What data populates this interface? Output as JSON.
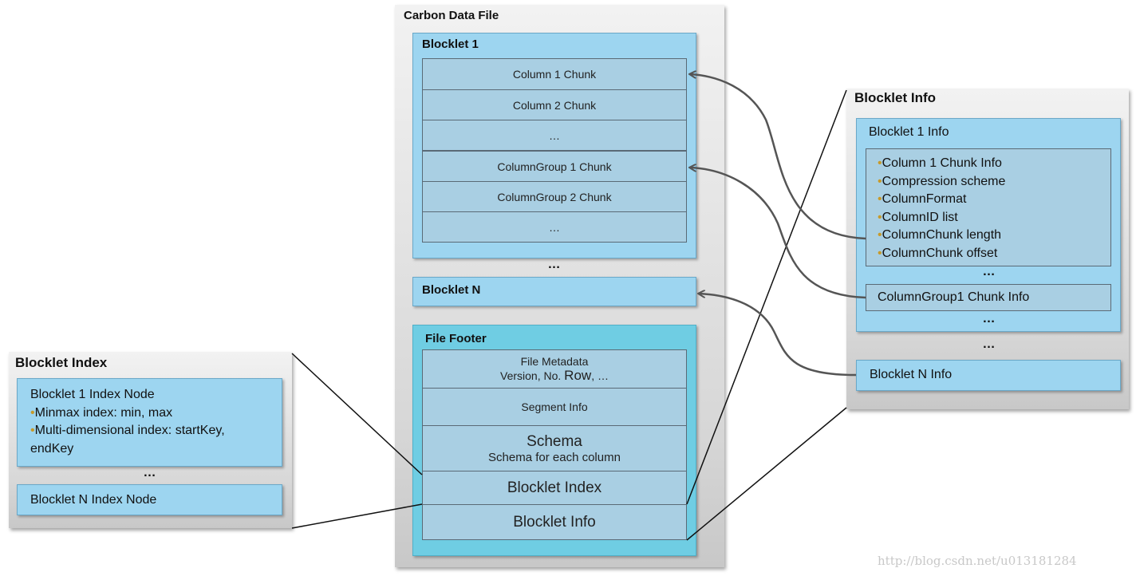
{
  "carbon": {
    "title": "Carbon Data File",
    "blocklet1": {
      "title": "Blocklet 1",
      "chunks": [
        "Column 1 Chunk",
        "Column 2 Chunk",
        "…",
        "ColumnGroup 1 Chunk",
        "ColumnGroup 2 Chunk",
        "…"
      ]
    },
    "dots_mid": "…",
    "blockletN": "Blocklet N",
    "footer": {
      "title": "File Footer",
      "metadata_line1": "File Metadata",
      "metadata_line2_a": "Version, No. ",
      "metadata_line2_b": "Row",
      "metadata_line2_c": ", …",
      "segment": "Segment Info",
      "schema": "Schema",
      "schema_sub": "Schema for each column",
      "blocklet_index": "Blocklet Index",
      "blocklet_info": "Blocklet Info"
    }
  },
  "index_panel": {
    "title": "Blocklet Index",
    "node1_title": "Blocklet 1 Index Node",
    "node1_items": [
      "Minmax index: min, max",
      "Multi-dimensional index: startKey,"
    ],
    "node1_cont": "endKey",
    "dots": "…",
    "nodeN": "Blocklet N Index Node"
  },
  "info_panel": {
    "title": "Blocklet Info",
    "b1_title": "Blocklet 1 Info",
    "b1_items": [
      "Column 1 Chunk Info",
      "Compression scheme",
      "ColumnFormat",
      "ColumnID list",
      "ColumnChunk length",
      "ColumnChunk offset"
    ],
    "dots1": "…",
    "colgroup": "ColumnGroup1 Chunk Info",
    "dots2": "…",
    "dots3": "…",
    "bN": "Blocklet N Info"
  },
  "watermark": "http://blog.csdn.net/u013181284",
  "colors": {
    "panel": "#dcdcdc",
    "blue_box": "#9dd5f0",
    "chunk_cell": "#a9cfe3",
    "footer_box": "#6fcde3",
    "bullet": "#c79a2a",
    "arrow": "#555555"
  }
}
